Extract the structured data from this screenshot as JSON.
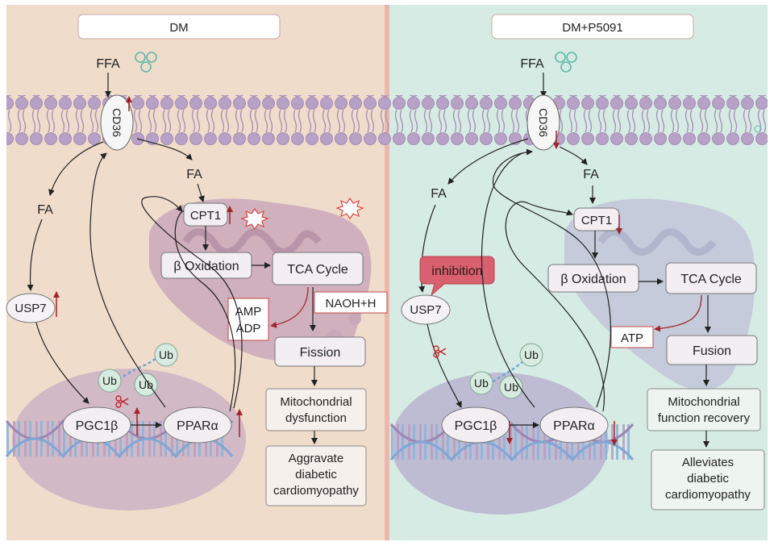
{
  "left_panel": {
    "title": "DM",
    "ffa": "FFA",
    "cd36": "CD36",
    "fa_top": "FA",
    "fa_side": "FA",
    "cpt1": "CPT1",
    "beta_oxidation": "β Oxidation",
    "tca_cycle": "TCA Cycle",
    "naoh": "NAOH+H",
    "amp": "AMP",
    "adp": "ADP",
    "fission": "Fission",
    "usp7": "USP7",
    "ub": "Ub",
    "pgc1b": "PGC1β",
    "ppara": "PPARα",
    "outcome1_line1": "Mitochondrial",
    "outcome1_line2": "dysfunction",
    "outcome2_line1": "Aggravate",
    "outcome2_line2": "diabetic",
    "outcome2_line3": "cardiomyopathy"
  },
  "right_panel": {
    "title": "DM+P5091",
    "ffa": "FFA",
    "cd36": "CD36",
    "fa_top": "FA",
    "fa_side": "FA",
    "cpt1": "CPT1",
    "beta_oxidation": "β Oxidation",
    "tca_cycle": "TCA Cycle",
    "inhibition": "inhibition",
    "atp": "ATP",
    "fusion": "Fusion",
    "usp7": "USP7",
    "ub": "Ub",
    "pgc1b": "PGC1β",
    "ppara": "PPARα",
    "outcome1_line1": "Mitochondrial",
    "outcome1_line2": "function recovery",
    "outcome2_line1": "Alleviates",
    "outcome2_line2": "diabetic",
    "outcome2_line3": "cardiomyopathy"
  },
  "colors": {
    "left_bg": "#EFDCCB",
    "right_bg": "#D6EBE3",
    "divider": "#EDB7AE",
    "membrane": "#B8A1C6",
    "arrow_up_red": "#A0242A",
    "inhibition_bubble": "#D9606E"
  }
}
